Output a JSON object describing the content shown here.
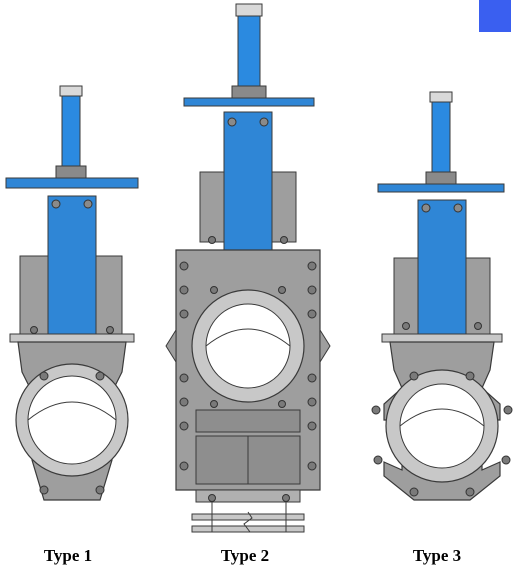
{
  "labels": {
    "type1": "Type 1",
    "type2": "Type 2",
    "type3": "Type 3"
  },
  "colors": {
    "stem_blue": "#2b8ae0",
    "yoke_blue": "#2f86d6",
    "accent_square": "#3a5ff0",
    "body_gray": "#9e9e9e",
    "body_dark": "#6f6f6f",
    "outline": "#3a3a3a",
    "light_gray": "#c8c8c8",
    "cap_gray": "#d9d9d9"
  }
}
